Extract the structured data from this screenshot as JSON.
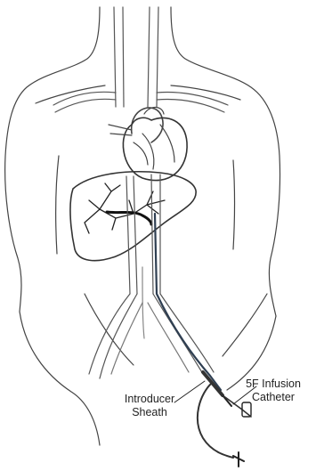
{
  "labels": {
    "catheter": "5F Infusion Catheter",
    "catheter_line1": "5F Infusion",
    "catheter_line2": "Catheter",
    "sheath": "Introducer Sheath",
    "sheath_line1": "Introducer",
    "sheath_line2": "Sheath"
  },
  "colors": {
    "outline": "#444444",
    "vessel": "#555555",
    "catheter": "#2f3f52",
    "background": "#ffffff"
  }
}
